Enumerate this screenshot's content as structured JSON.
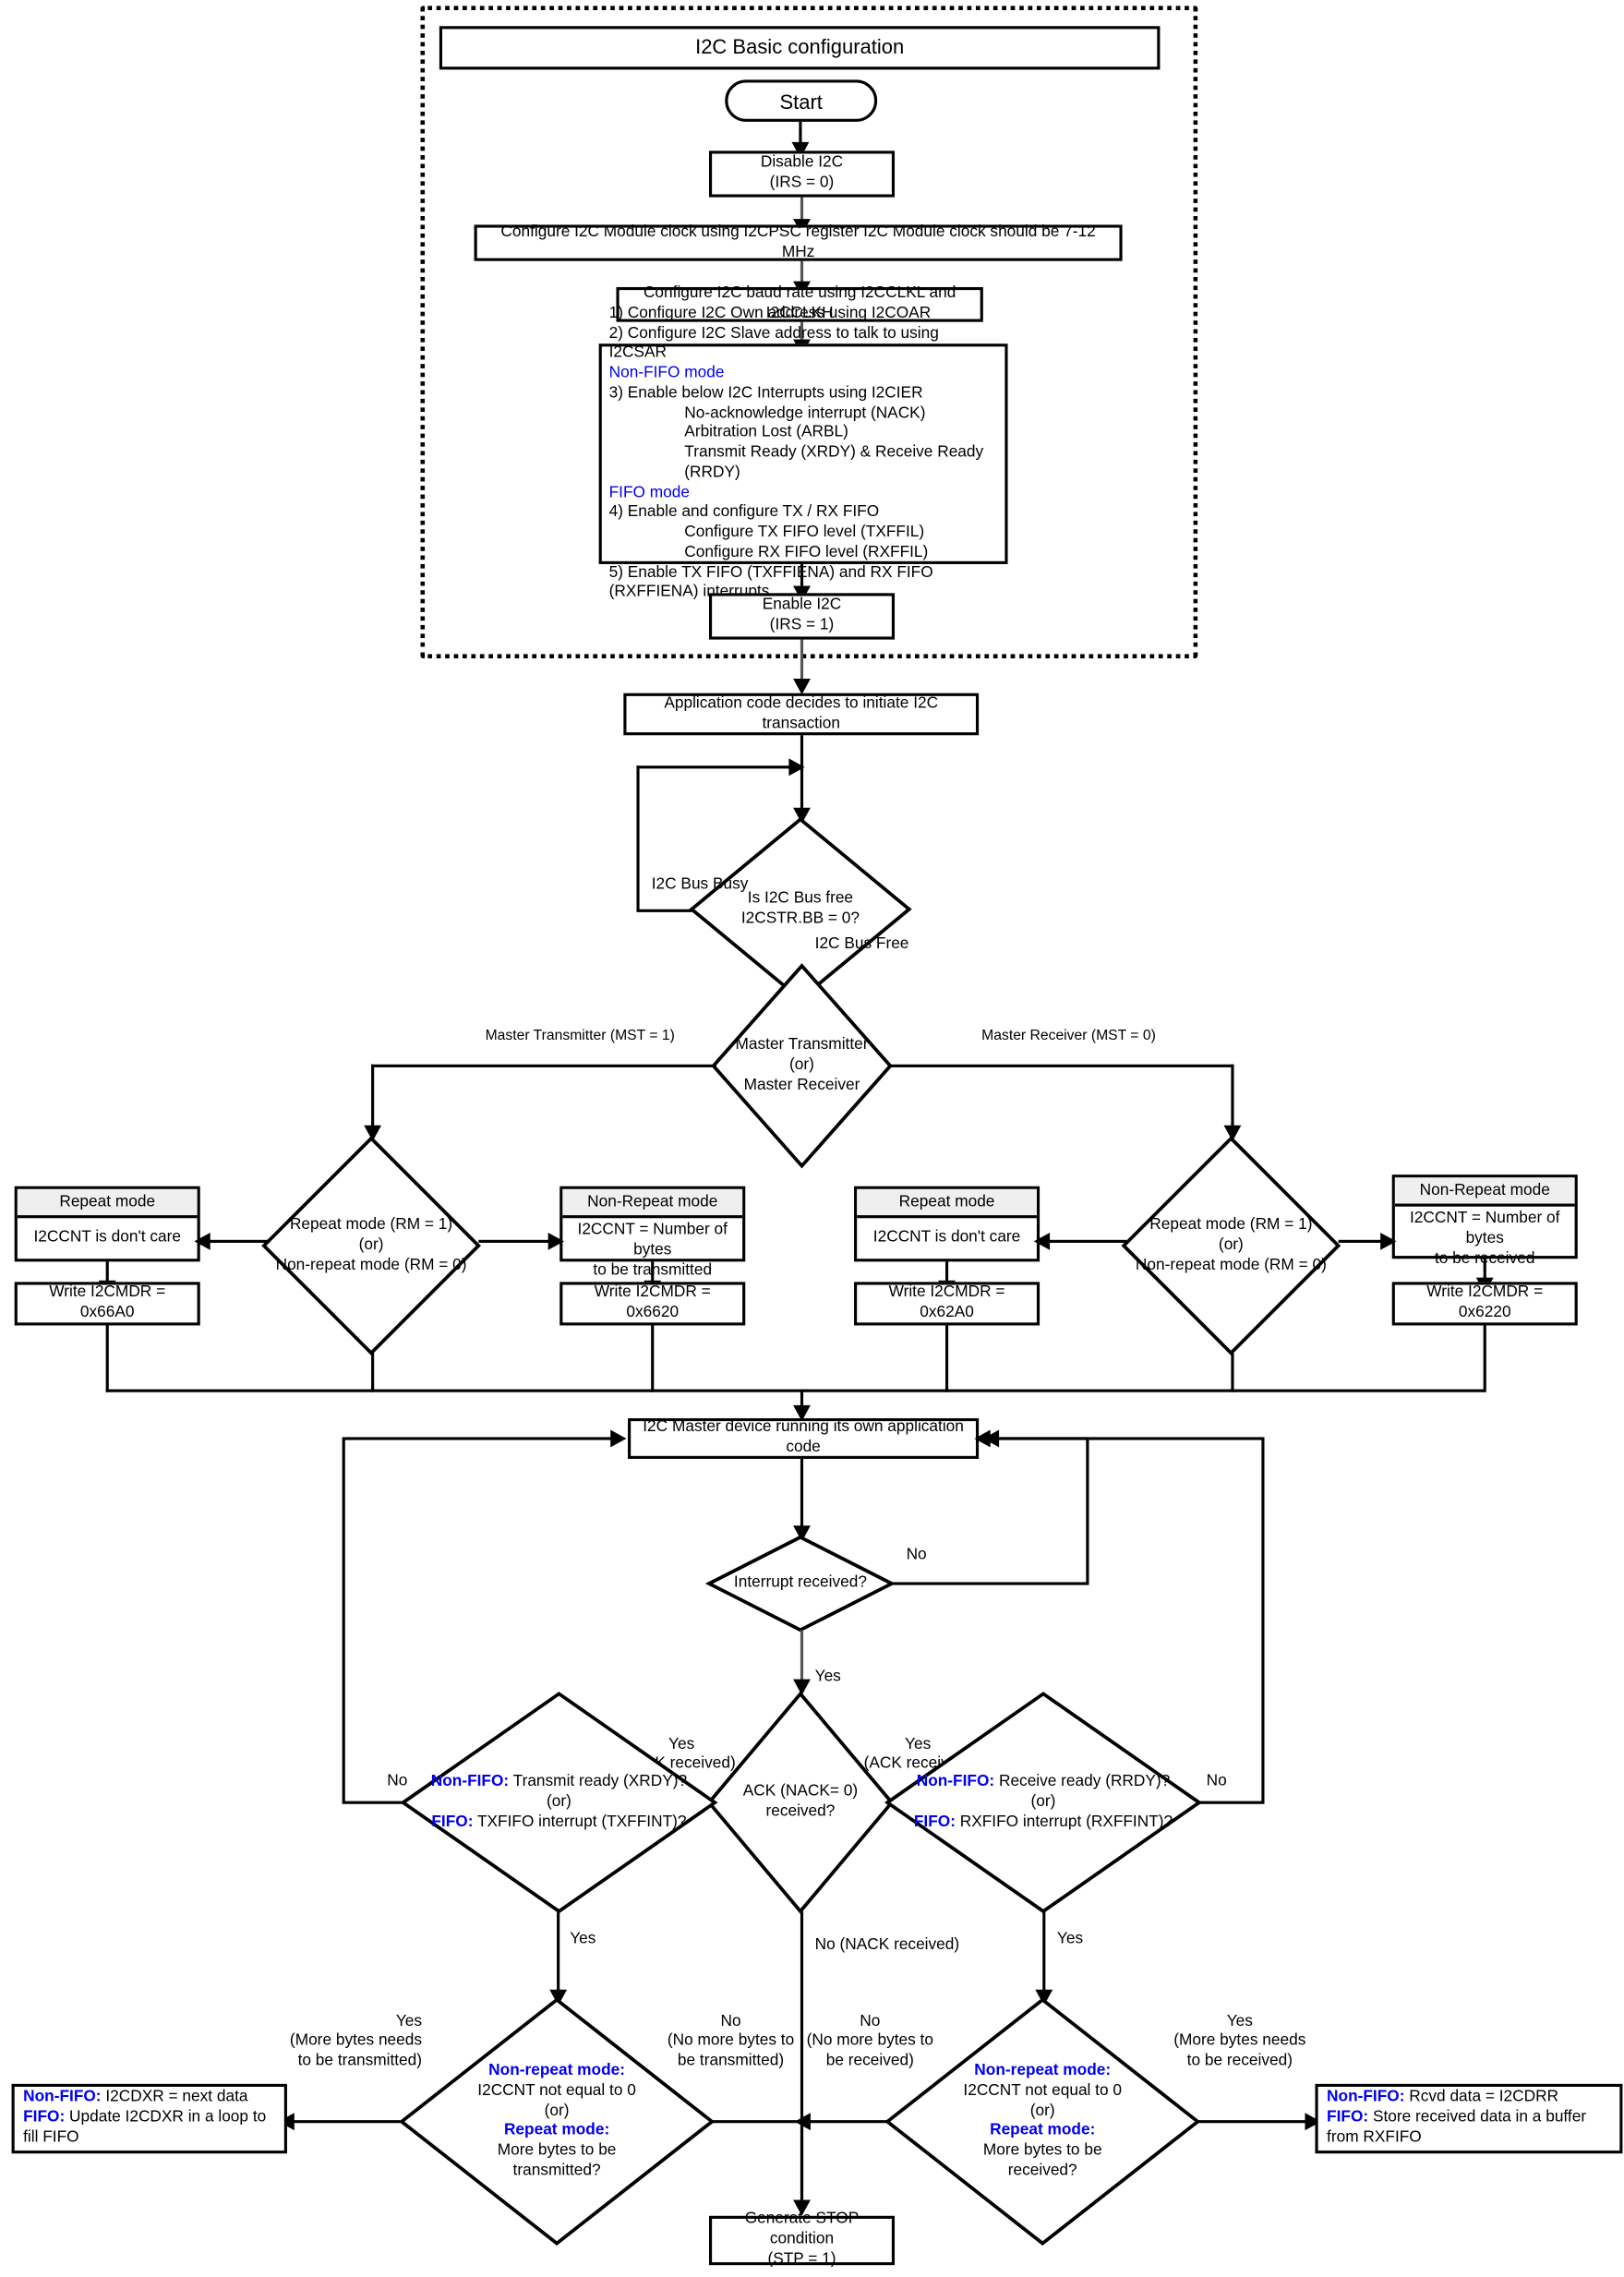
{
  "title_banner": "I2C Basic configuration",
  "config_group": {
    "start": "Start",
    "disable": {
      "line1": "Disable I2C",
      "line2": "(IRS = 0)"
    },
    "module_clock": "Configure I2C Module clock using I2CPSC register I2C Module clock should be 7-12 MHz",
    "baud_rate": "Configure I2C baud rate using I2CCLKL and I2CCLKH",
    "details": {
      "l1": "1) Configure I2C Own address using I2COAR",
      "l2": "2) Configure I2C Slave address to talk to using I2CSAR",
      "l3": "Non-FIFO mode",
      "l4": "3) Enable below I2C Interrupts using I2CIER",
      "l5": "No-acknowledge interrupt (NACK)",
      "l6": "Arbitration Lost (ARBL)",
      "l7": "Transmit Ready (XRDY) & Receive Ready (RRDY)",
      "l8": "FIFO mode",
      "l9": "4) Enable and configure TX / RX FIFO",
      "l10": "Configure TX FIFO level (TXFFIL)",
      "l11": "Configure RX FIFO level (RXFFIL)",
      "l12": "5) Enable TX FIFO (TXFFIENA) and RX FIFO (RXFFIENA) interrupts"
    },
    "enable": {
      "line1": "Enable I2C",
      "line2": "(IRS = 1)"
    }
  },
  "app_code": "Application code decides to  initiate I2C transaction",
  "bus_free_decision": {
    "line1": "Is I2C Bus free",
    "line2": "I2CSTR.BB = 0?"
  },
  "bus_busy_label": "I2C Bus Busy",
  "bus_free_label": "I2C Bus Free",
  "mode_decision": {
    "line1": "Master Transmitter",
    "line2": "(or)",
    "line3": "Master Receiver"
  },
  "mode_left_label": "Master Transmitter (MST = 1)",
  "mode_right_label": "Master Receiver (MST = 0)",
  "tx_rm_decision": {
    "line1": "Repeat mode (RM = 1)",
    "line2": "(or)",
    "line3": "Non-repeat mode (RM = 0)"
  },
  "rx_rm_decision": {
    "line1": "Repeat mode (RM = 1)",
    "line2": "(or)",
    "line3": "Non-repeat mode (RM = 0)"
  },
  "tx_repeat": {
    "header": "Repeat mode",
    "body": "I2CCNT is don't care",
    "cmdr": "Write I2CMDR = 0x66A0"
  },
  "tx_nonrepeat": {
    "header": "Non-Repeat mode",
    "body_l1": "I2CCNT = Number of bytes",
    "body_l2": "to be transmitted",
    "cmdr": "Write I2CMDR = 0x6620"
  },
  "rx_repeat": {
    "header": "Repeat mode",
    "body": "I2CCNT is don't care",
    "cmdr": "Write I2CMDR = 0x62A0"
  },
  "rx_nonrepeat": {
    "header": "Non-Repeat mode",
    "body_l1": "I2CCNT = Number of bytes",
    "body_l2": "to be received",
    "cmdr": "Write I2CMDR = 0x6220"
  },
  "master_running": "I2C Master device running its own application code",
  "interrupt_decision": "Interrupt received?",
  "interrupt_no_label": "No",
  "interrupt_yes_label": "Yes",
  "ack_decision": {
    "line1": "ACK (NACK= 0)",
    "line2": "received?"
  },
  "ack_yes_left": {
    "line1": "Yes",
    "line2": "(ACK received)"
  },
  "ack_yes_right": {
    "line1": "Yes",
    "line2": "(ACK received)"
  },
  "ack_no": "No (NACK received)",
  "tx_ready_decision": {
    "l1_blue": "Non-FIFO:",
    "l1_rest": " Transmit ready (XRDY)?",
    "l2": "(or)",
    "l3_blue": "FIFO:",
    "l3_rest": " TXFIFO interrupt (TXFFINT)?"
  },
  "tx_ready_no_label": "No",
  "tx_ready_yes_label": "Yes",
  "rx_ready_decision": {
    "l1_blue": "Non-FIFO:",
    "l1_rest": " Receive ready (RRDY)?",
    "l2": "(or)",
    "l3_blue": "FIFO:",
    "l3_rest": " RXFIFO interrupt (RXFFINT)?"
  },
  "rx_ready_no_label": "No",
  "rx_ready_yes_label": "Yes",
  "tx_more_decision": {
    "l1": "Non-repeat mode:",
    "l2": "I2CCNT not equal to 0",
    "l3": "(or)",
    "l4": "Repeat mode:",
    "l5": "More bytes to be",
    "l6": "transmitted?"
  },
  "tx_more_yes": {
    "l1": "Yes",
    "l2": "(More bytes needs",
    "l3": "to be transmitted)"
  },
  "tx_more_no": {
    "l1": "No",
    "l2": "(No more bytes to",
    "l3": "be transmitted)"
  },
  "rx_more_decision": {
    "l1": "Non-repeat mode:",
    "l2": "I2CCNT not equal to 0",
    "l3": "(or)",
    "l4": "Repeat mode:",
    "l5": "More bytes to be",
    "l6": "received?"
  },
  "rx_more_yes": {
    "l1": "Yes",
    "l2": "(More bytes needs",
    "l3": "to be received)"
  },
  "rx_more_no": {
    "l1": "No",
    "l2": "(No more bytes to",
    "l3": "be received)"
  },
  "tx_data_box": {
    "l1_blue": "Non-FIFO:",
    "l1_rest": " I2CDXR = next data",
    "l2_blue": "FIFO:",
    "l2_rest": " Update I2CDXR in a loop to fill FIFO"
  },
  "rx_data_box": {
    "l1_blue": "Non-FIFO:",
    "l1_rest": " Rcvd data = I2CDRR",
    "l2_blue": "FIFO:",
    "l2_rest": " Store received data in a buffer from RXFIFO"
  },
  "stop_box": {
    "line1": "Generate STOP condition",
    "line2": "(STP = 1)"
  },
  "colors": {
    "accent_blue": "#0000ee",
    "header_fill": "#efefef",
    "stroke": "#000000"
  }
}
